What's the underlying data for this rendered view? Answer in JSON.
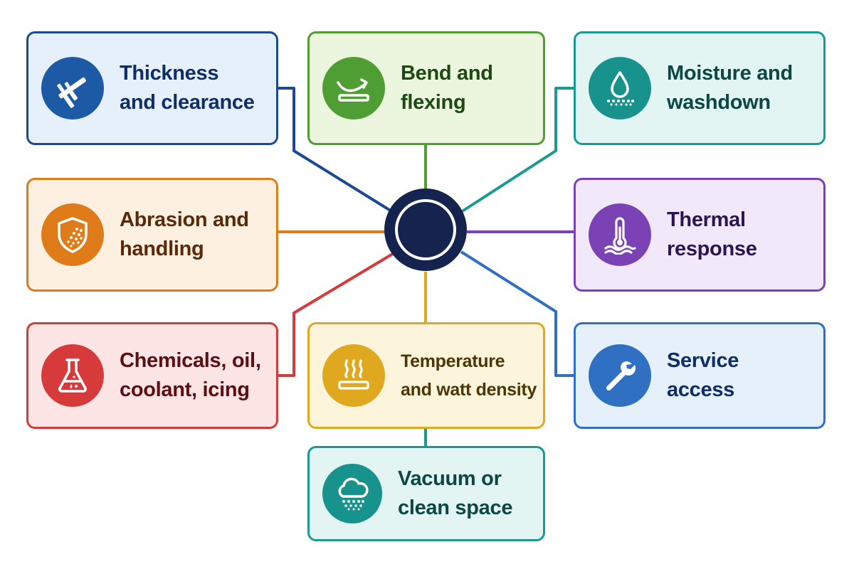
{
  "cards": [
    {
      "id": "thickness",
      "lines": [
        "Thickness",
        "and clearance"
      ],
      "icon": "caliper-icon",
      "color": "#1d5aa5"
    },
    {
      "id": "bend",
      "lines": [
        "Bend and",
        "flexing"
      ],
      "icon": "bend-flex-icon",
      "color": "#4f9e33"
    },
    {
      "id": "moisture",
      "lines": [
        "Moisture and",
        "washdown"
      ],
      "icon": "water-drop-icon",
      "color": "#17928c"
    },
    {
      "id": "abrasion",
      "lines": [
        "Abrasion and",
        "handling"
      ],
      "icon": "shield-icon",
      "color": "#e07b1a"
    },
    {
      "id": "thermal",
      "lines": [
        "Thermal",
        "response"
      ],
      "icon": "thermometer-icon",
      "color": "#7a42b5"
    },
    {
      "id": "chemicals",
      "lines": [
        "Chemicals, oil,",
        "coolant, icing"
      ],
      "icon": "flask-icon",
      "color": "#d63a3a"
    },
    {
      "id": "temperature",
      "lines": [
        "Temperature",
        "and watt density"
      ],
      "icon": "heat-pad-icon",
      "color": "#e0a81f"
    },
    {
      "id": "service",
      "lines": [
        "Service",
        "access"
      ],
      "icon": "wrench-icon",
      "color": "#2f70c2"
    },
    {
      "id": "vacuum",
      "lines": [
        "Vacuum or",
        "clean space"
      ],
      "icon": "cloud-icon",
      "color": "#17928c"
    }
  ],
  "hub": {
    "color": "#14244f"
  }
}
